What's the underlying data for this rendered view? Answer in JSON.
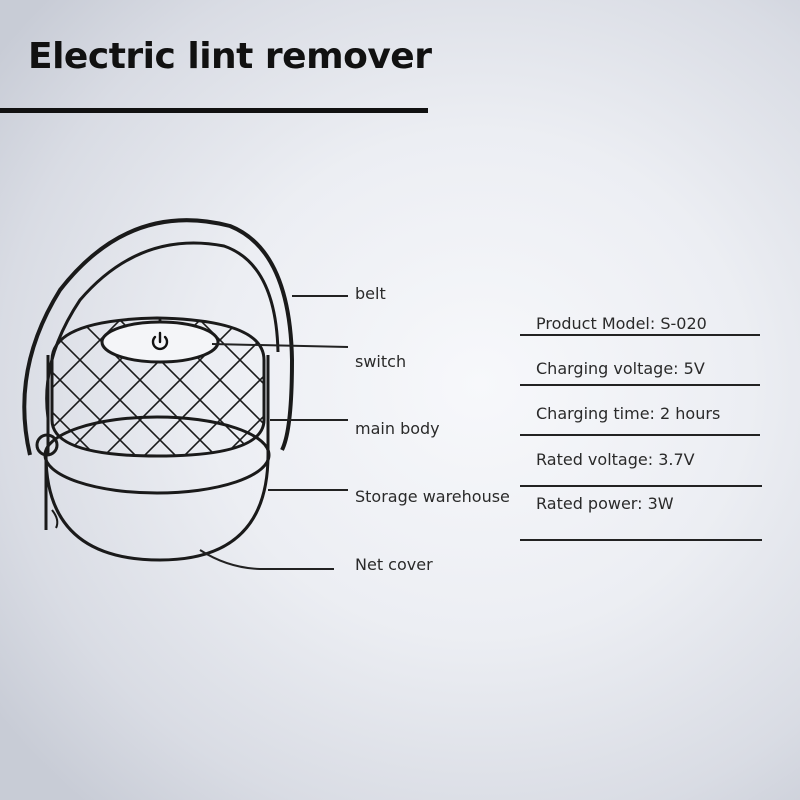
{
  "title": "Electric lint remover",
  "callouts": {
    "belt": "belt",
    "switch": "switch",
    "main_body": "main body",
    "storage": "Storage warehouse",
    "net_cover": "Net cover"
  },
  "specs": [
    "Product Model: S-020",
    "Charging voltage: 5V",
    "Charging time: 2 hours",
    "Rated voltage: 3.7V",
    "Rated power: 3W"
  ],
  "icons": {
    "power": "power-icon"
  },
  "colors": {
    "title": "#111111",
    "text": "#2a2a2a",
    "line": "#222222"
  }
}
